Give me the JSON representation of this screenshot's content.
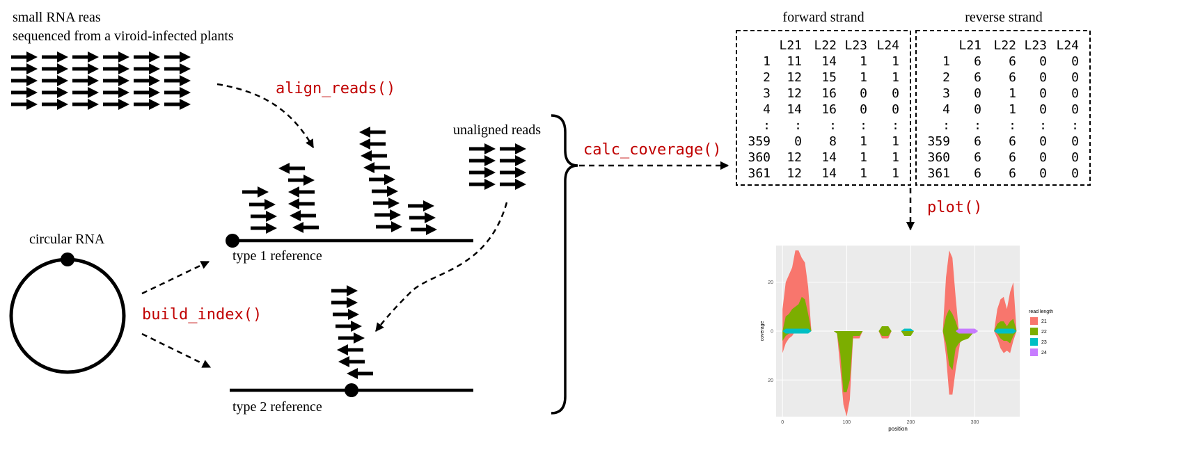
{
  "reads_caption": {
    "line1": "small RNA reas",
    "line2": "sequenced from a viroid-infected plants"
  },
  "functions": {
    "align": "align_reads()",
    "index": "build_index()",
    "coverage": "calc_coverage()",
    "plot": "plot()"
  },
  "labels": {
    "circular": "circular RNA",
    "ref1": "type 1 reference",
    "ref2": "type 2 reference",
    "unaligned": "unaligned reads"
  },
  "tables": {
    "forward": {
      "title": "forward strand",
      "columns": [
        "L21",
        "L22",
        "L23",
        "L24"
      ],
      "rows": [
        [
          "1",
          "11",
          "14",
          "1",
          "1"
        ],
        [
          "2",
          "12",
          "15",
          "1",
          "1"
        ],
        [
          "3",
          "12",
          "16",
          "0",
          "0"
        ],
        [
          "4",
          "14",
          "16",
          "0",
          "0"
        ],
        [
          ":",
          ":",
          ":",
          ":",
          ":"
        ],
        [
          "359",
          "0",
          "8",
          "1",
          "1"
        ],
        [
          "360",
          "12",
          "14",
          "1",
          "1"
        ],
        [
          "361",
          "12",
          "14",
          "1",
          "1"
        ]
      ]
    },
    "reverse": {
      "title": "reverse strand",
      "columns": [
        "L21",
        "L22",
        "L23",
        "L24"
      ],
      "rows": [
        [
          "1",
          "6",
          "6",
          "0",
          "0"
        ],
        [
          "2",
          "6",
          "6",
          "0",
          "0"
        ],
        [
          "3",
          "0",
          "1",
          "0",
          "0"
        ],
        [
          "4",
          "0",
          "1",
          "0",
          "0"
        ],
        [
          ":",
          ":",
          ":",
          ":",
          ":"
        ],
        [
          "359",
          "6",
          "6",
          "0",
          "0"
        ],
        [
          "360",
          "6",
          "6",
          "0",
          "0"
        ],
        [
          "361",
          "6",
          "6",
          "0",
          "0"
        ]
      ]
    }
  },
  "chart_data": {
    "type": "area",
    "xlabel": "position",
    "ylabel": "coverage",
    "xlim": [
      -10,
      370
    ],
    "ylim": [
      -35,
      35
    ],
    "x_ticks": [
      "0",
      "100",
      "200",
      "300"
    ],
    "y_ticks": [
      "20",
      "0",
      "20"
    ],
    "legend_title": "read length",
    "legend_position": "right",
    "series": [
      {
        "name": "21",
        "color": "#F8766D",
        "forward": [
          [
            0,
            9
          ],
          [
            5,
            20
          ],
          [
            10,
            23
          ],
          [
            15,
            26
          ],
          [
            20,
            33
          ],
          [
            25,
            33
          ],
          [
            30,
            30
          ],
          [
            35,
            28
          ],
          [
            40,
            18
          ],
          [
            45,
            0
          ],
          [
            250,
            0
          ],
          [
            255,
            22
          ],
          [
            260,
            33
          ],
          [
            265,
            30
          ],
          [
            270,
            14
          ],
          [
            275,
            0
          ],
          [
            330,
            0
          ],
          [
            335,
            9
          ],
          [
            340,
            13
          ],
          [
            345,
            14
          ],
          [
            350,
            9
          ],
          [
            355,
            16
          ],
          [
            360,
            20
          ],
          [
            365,
            0
          ]
        ],
        "reverse": [
          [
            0,
            -9
          ],
          [
            5,
            -5
          ],
          [
            10,
            -3
          ],
          [
            15,
            -2
          ],
          [
            20,
            0
          ],
          [
            80,
            0
          ],
          [
            85,
            -1
          ],
          [
            90,
            -15
          ],
          [
            95,
            -30
          ],
          [
            100,
            -35
          ],
          [
            105,
            -28
          ],
          [
            110,
            -3
          ],
          [
            120,
            -3
          ],
          [
            125,
            0
          ],
          [
            150,
            0
          ],
          [
            155,
            -3
          ],
          [
            165,
            -3
          ],
          [
            170,
            0
          ],
          [
            250,
            0
          ],
          [
            255,
            -10
          ],
          [
            260,
            -26
          ],
          [
            265,
            -26
          ],
          [
            270,
            -16
          ],
          [
            275,
            -8
          ],
          [
            280,
            0
          ],
          [
            330,
            0
          ],
          [
            335,
            -3
          ],
          [
            340,
            -7
          ],
          [
            345,
            -9
          ],
          [
            350,
            -8
          ],
          [
            355,
            -9
          ],
          [
            360,
            -4
          ],
          [
            365,
            0
          ]
        ]
      },
      {
        "name": "22",
        "color": "#7CAE00",
        "forward": [
          [
            0,
            0
          ],
          [
            5,
            6
          ],
          [
            10,
            7
          ],
          [
            15,
            9
          ],
          [
            20,
            10
          ],
          [
            25,
            11
          ],
          [
            30,
            14
          ],
          [
            35,
            13
          ],
          [
            40,
            7
          ],
          [
            45,
            0
          ],
          [
            150,
            0
          ],
          [
            155,
            2
          ],
          [
            165,
            2
          ],
          [
            170,
            0
          ],
          [
            185,
            0
          ],
          [
            190,
            1
          ],
          [
            200,
            1
          ],
          [
            205,
            0
          ],
          [
            250,
            0
          ],
          [
            255,
            6
          ],
          [
            260,
            9
          ],
          [
            265,
            7
          ],
          [
            270,
            4
          ],
          [
            275,
            0
          ],
          [
            280,
            1
          ],
          [
            290,
            1
          ],
          [
            300,
            0
          ],
          [
            330,
            0
          ],
          [
            335,
            3
          ],
          [
            340,
            4
          ],
          [
            345,
            4
          ],
          [
            350,
            2
          ],
          [
            355,
            4
          ],
          [
            360,
            5
          ],
          [
            365,
            0
          ]
        ],
        "reverse": [
          [
            0,
            -4
          ],
          [
            5,
            -2
          ],
          [
            10,
            -1
          ],
          [
            15,
            -1
          ],
          [
            20,
            0
          ],
          [
            80,
            0
          ],
          [
            85,
            -1
          ],
          [
            90,
            -9
          ],
          [
            95,
            -25
          ],
          [
            100,
            -25
          ],
          [
            105,
            -20
          ],
          [
            110,
            -2
          ],
          [
            120,
            -2
          ],
          [
            125,
            0
          ],
          [
            150,
            0
          ],
          [
            155,
            -2
          ],
          [
            165,
            -2
          ],
          [
            170,
            0
          ],
          [
            185,
            0
          ],
          [
            190,
            -2
          ],
          [
            200,
            -2
          ],
          [
            205,
            0
          ],
          [
            250,
            0
          ],
          [
            255,
            -5
          ],
          [
            260,
            -14
          ],
          [
            265,
            -16
          ],
          [
            270,
            -7
          ],
          [
            275,
            -5
          ],
          [
            280,
            -4
          ],
          [
            290,
            -3
          ],
          [
            300,
            0
          ],
          [
            330,
            0
          ],
          [
            335,
            -1
          ],
          [
            340,
            -3
          ],
          [
            345,
            -4
          ],
          [
            350,
            -4
          ],
          [
            355,
            -5
          ],
          [
            360,
            -2
          ],
          [
            365,
            0
          ]
        ]
      },
      {
        "name": "23",
        "color": "#00BFC4",
        "forward": [
          [
            0,
            0
          ],
          [
            5,
            1
          ],
          [
            40,
            1
          ],
          [
            45,
            0
          ],
          [
            185,
            0
          ],
          [
            190,
            1
          ],
          [
            200,
            1
          ],
          [
            205,
            0
          ],
          [
            330,
            0
          ],
          [
            335,
            1
          ],
          [
            360,
            1
          ],
          [
            365,
            0
          ]
        ],
        "reverse": [
          [
            0,
            0
          ],
          [
            5,
            -1
          ],
          [
            40,
            -1
          ],
          [
            45,
            0
          ],
          [
            330,
            0
          ],
          [
            335,
            -1
          ],
          [
            360,
            -1
          ],
          [
            365,
            0
          ]
        ]
      },
      {
        "name": "24",
        "color": "#C77CFF",
        "forward": [
          [
            270,
            0
          ],
          [
            275,
            1
          ],
          [
            300,
            1
          ],
          [
            305,
            0
          ]
        ],
        "reverse": [
          [
            270,
            0
          ],
          [
            275,
            -1
          ],
          [
            300,
            -1
          ],
          [
            305,
            0
          ]
        ]
      }
    ]
  }
}
